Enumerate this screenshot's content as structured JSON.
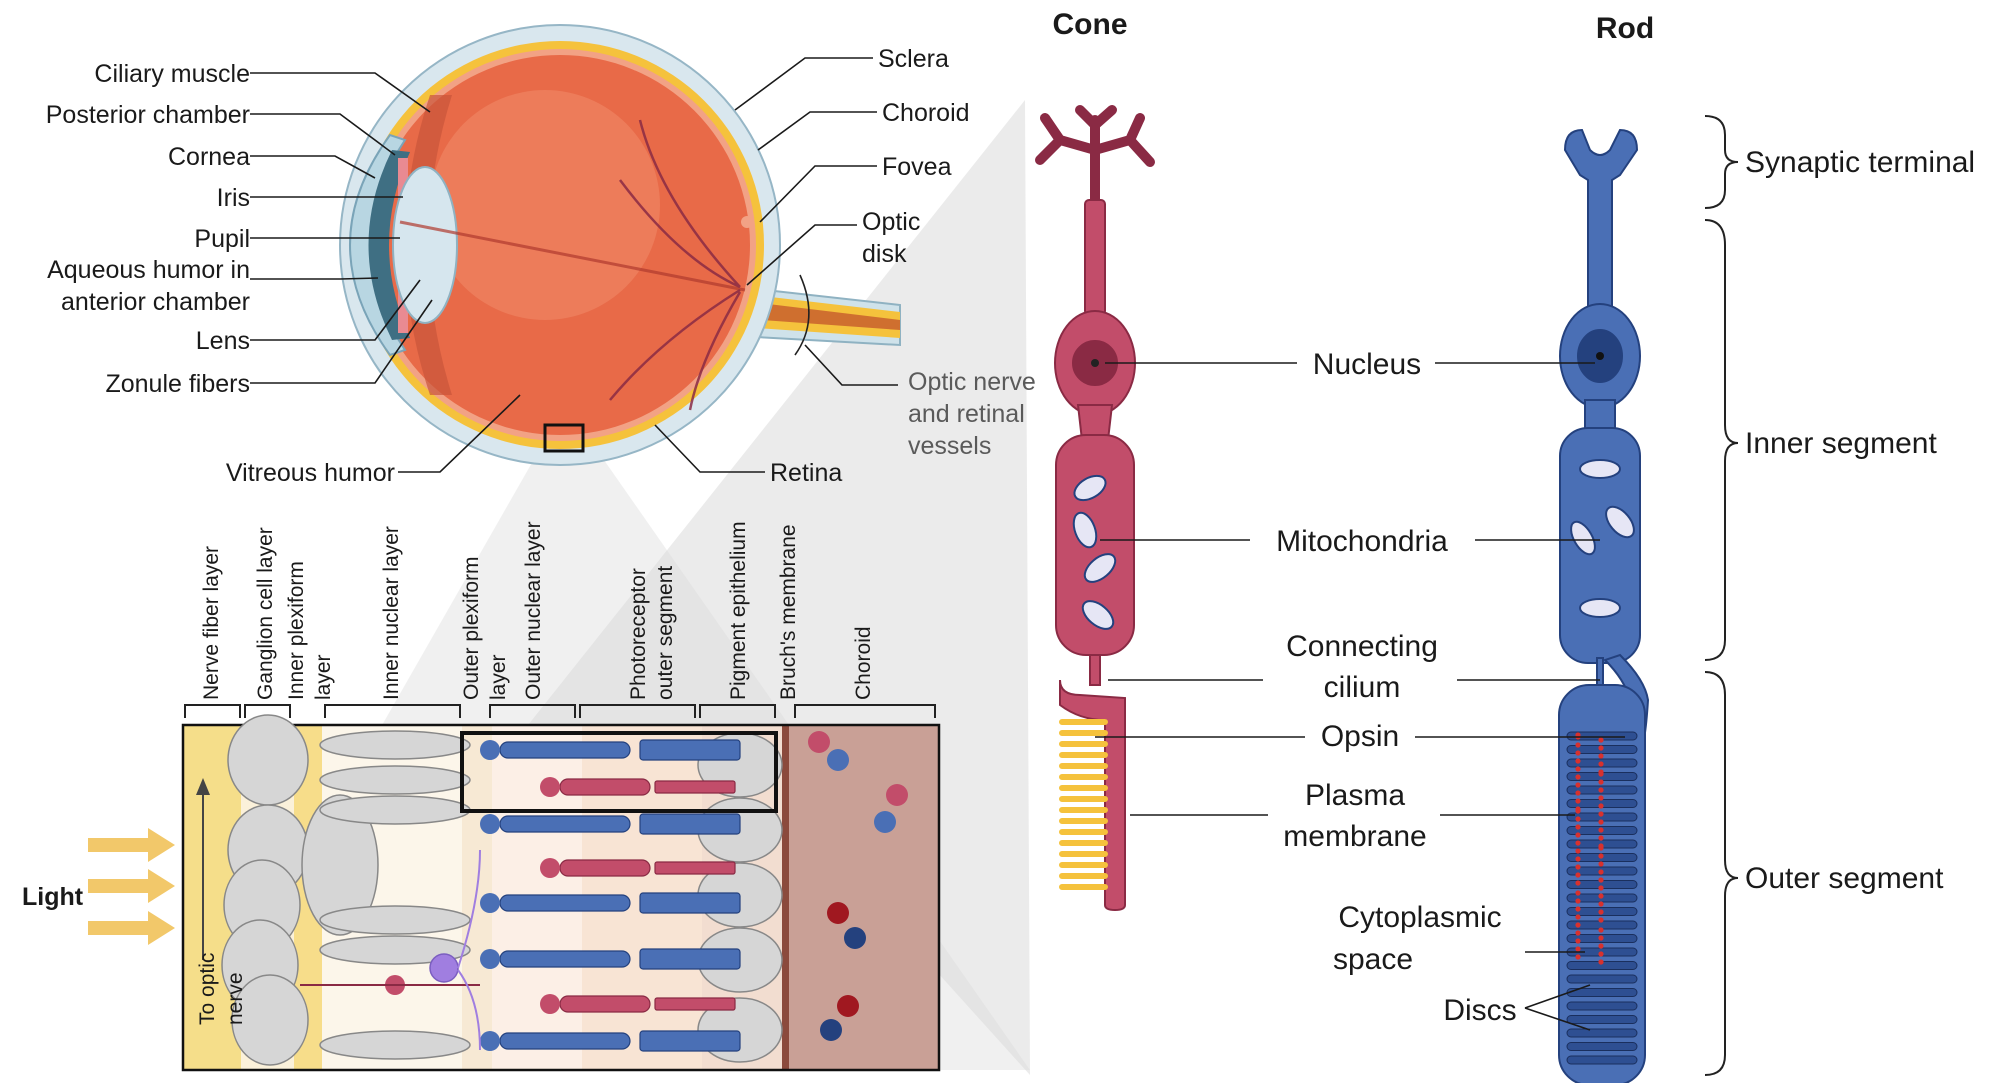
{
  "colors": {
    "cone": "#c24d6a",
    "cone_dark": "#8a2a44",
    "rod": "#4a6fb5",
    "rod_dark": "#24417e",
    "eye_body": "#e86a48",
    "sclera": "#d9e7ee",
    "choroid_band": "#f5c23c",
    "light_arrow": "#f2c86a"
  },
  "eye": {
    "left_labels": [
      "Ciliary muscle",
      "Posterior chamber",
      "Cornea",
      "Iris",
      "Pupil",
      "Aqueous humor in",
      "anterior chamber",
      "Lens",
      "Zonule fibers"
    ],
    "right_labels": [
      "Sclera",
      "Choroid",
      "Fovea",
      "Optic",
      "disk"
    ],
    "optic_nerve_lines": [
      "Optic nerve",
      "and retinal",
      "vessels"
    ],
    "vitreous": "Vitreous humor",
    "retina": "Retina"
  },
  "retina_layers": {
    "layers": [
      {
        "lines": [
          "Nerve fiber layer"
        ]
      },
      {
        "lines": [
          "Ganglion cell layer"
        ]
      },
      {
        "lines": [
          "Inner plexiform",
          "layer"
        ]
      },
      {
        "lines": [
          "Inner nuclear layer"
        ]
      },
      {
        "lines": [
          "Outer plexiform",
          "layer"
        ]
      },
      {
        "lines": [
          "Outer nuclear layer"
        ]
      },
      {
        "lines": [
          "Photoreceptor",
          "outer segment"
        ]
      },
      {
        "lines": [
          "Pigment epithelium"
        ]
      },
      {
        "lines": [
          "Bruch's membrane"
        ]
      },
      {
        "lines": [
          "Choroid"
        ]
      }
    ],
    "light": "Light",
    "to_optic": [
      "To optic",
      "nerve"
    ]
  },
  "photoreceptor": {
    "cone_title": "Cone",
    "rod_title": "Rod",
    "center_labels": {
      "nucleus": "Nucleus",
      "mitochondria": "Mitochondria",
      "connecting": [
        "Connecting",
        "cilium"
      ],
      "opsin": "Opsin",
      "plasma": [
        "Plasma",
        "membrane"
      ],
      "cytoplasmic": [
        "Cytoplasmic",
        "space"
      ],
      "discs": "Discs"
    },
    "segments": {
      "synaptic": "Synaptic terminal",
      "inner": "Inner segment",
      "outer": "Outer segment"
    }
  }
}
